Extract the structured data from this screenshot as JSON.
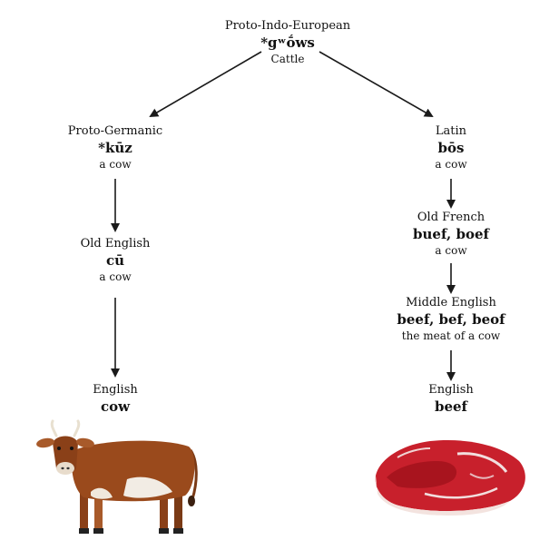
{
  "root": {
    "language": "Proto-Indo-European",
    "word": "*gʷṓws",
    "gloss": "Cattle"
  },
  "left": [
    {
      "language": "Proto-Germanic",
      "word": "*kūz",
      "gloss": "a cow"
    },
    {
      "language": "Old English",
      "word": "cū",
      "gloss": "a cow"
    },
    {
      "language": "English",
      "word": "cow",
      "gloss": ""
    }
  ],
  "right": [
    {
      "language": "Latin",
      "word": "bōs",
      "gloss": "a cow"
    },
    {
      "language": "Old French",
      "word": "buef, boef",
      "gloss": "a cow"
    },
    {
      "language": "Middle English",
      "word": "beef, bef, beof",
      "gloss": "the meat of a cow"
    },
    {
      "language": "English",
      "word": "beef",
      "gloss": ""
    }
  ],
  "colors": {
    "arrow": "#1a1a1a",
    "cow_brown": "#9a4a1c",
    "meat_red": "#c8202c"
  }
}
